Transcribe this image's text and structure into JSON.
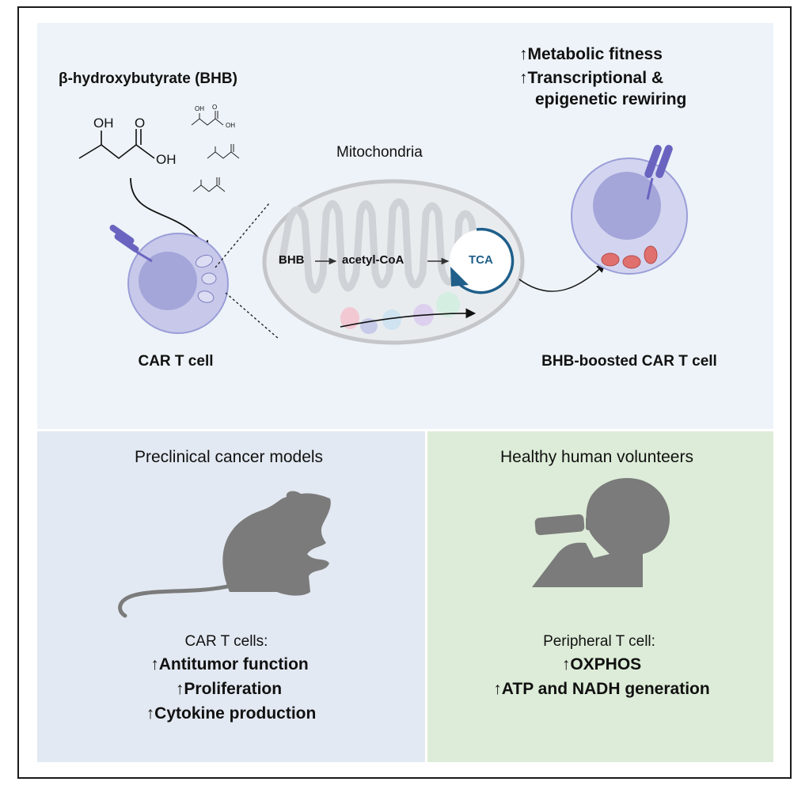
{
  "top": {
    "bhb_title": "β-hydroxybutyrate (BHB)",
    "mol_oh_top": "OH",
    "mol_o": "O",
    "mol_oh_side": "OH",
    "small_oh": "OH",
    "small_o": "O",
    "small_oh_side": "OH",
    "mitochondria_label": "Mitochondria",
    "pathway_bhb": "BHB",
    "pathway_acetyl": "acetyl-CoA",
    "pathway_tca": "TCA",
    "car_t_label": "CAR T cell",
    "boosted_label": "BHB-boosted CAR T cell",
    "effects": [
      "↑Metabolic fitness",
      "↑Transcriptional &",
      "epigenetic rewiring"
    ]
  },
  "left": {
    "title": "Preclinical cancer models",
    "subtitle": "CAR T cells:",
    "effects": [
      "↑Antitumor function",
      "↑Proliferation",
      "↑Cytokine production"
    ]
  },
  "right": {
    "title": "Healthy human volunteers",
    "subtitle": "Peripheral T cell:",
    "effects": [
      "↑OXPHOS",
      "↑ATP and NADH generation"
    ]
  },
  "colors": {
    "top_bg": "#edf3f8",
    "left_bg": "#e3e9f2",
    "right_bg": "#ddecd8",
    "cell": "#c8c9ea",
    "nucleus": "#a4a6da",
    "car": "#6a64c0",
    "tca": "#1f5f8a",
    "mito_active": "#e0706e",
    "silhouette": "#7b7b7b"
  },
  "icons": [
    "bhb-molecule-icon",
    "mitochondrion-icon",
    "car-t-cell-icon",
    "boosted-car-t-cell-icon",
    "mouse-silhouette-icon",
    "drinking-person-icon"
  ]
}
